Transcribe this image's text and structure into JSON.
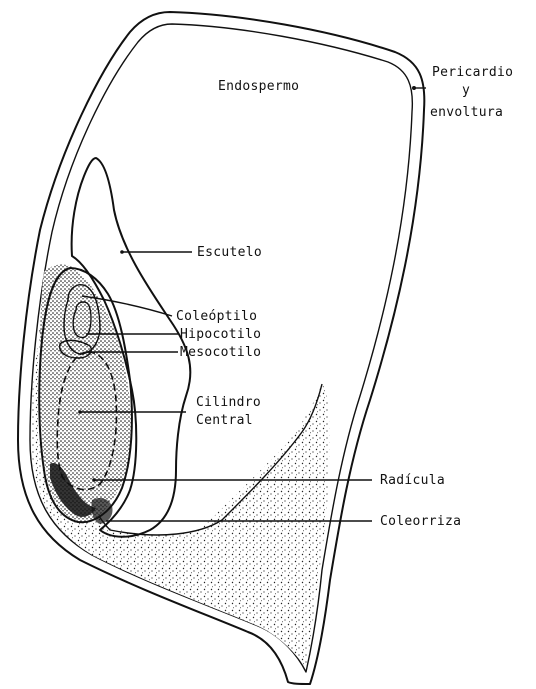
{
  "labels": {
    "endospermo": "Endospermo",
    "pericardio_1": "Pericardio",
    "pericardio_2": "y",
    "pericardio_3": "envoltura",
    "escutelo": "Escutelo",
    "coleoptilo": "Coleóptilo",
    "hipocotilo": "Hipocotilo",
    "mesocotilo": "Mesocotilo",
    "cilindro_1": "Cilindro",
    "cilindro_2": "Central",
    "radicula": "Radícula",
    "coleorriza": "Coleorriza"
  },
  "colors": {
    "ink": "#111111",
    "paper": "#ffffff"
  }
}
